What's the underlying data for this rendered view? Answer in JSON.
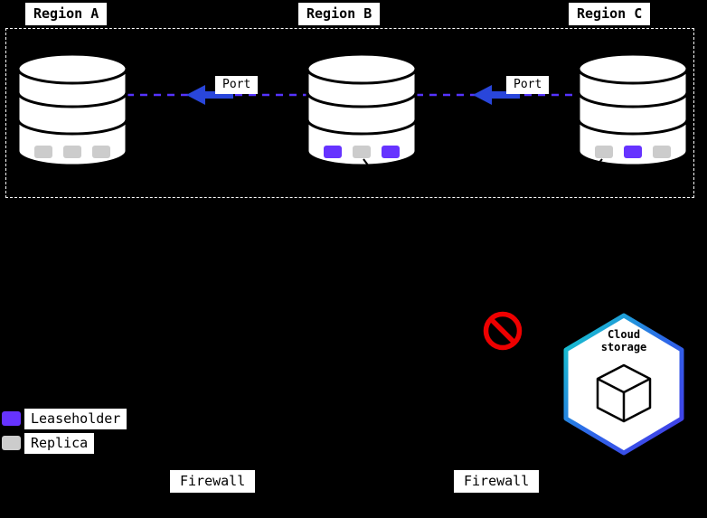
{
  "regions": [
    {
      "label": "Region A",
      "markers": [
        "replica",
        "replica",
        "replica"
      ],
      "marker_colors": [
        "#CCCCCC",
        "#CCCCCC",
        "#CCCCCC"
      ]
    },
    {
      "label": "Region B",
      "markers": [
        "leaseholder",
        "replica",
        "leaseholder"
      ],
      "marker_colors": [
        "#6633FF",
        "#CCCCCC",
        "#6633FF"
      ]
    },
    {
      "label": "Region C",
      "markers": [
        "replica",
        "leaseholder",
        "replica"
      ],
      "marker_colors": [
        "#CCCCCC",
        "#6633FF",
        "#CCCCCC"
      ]
    }
  ],
  "connections": [
    {
      "label": "Port"
    },
    {
      "label": "Port"
    }
  ],
  "cloud_storage": {
    "line1": "Cloud",
    "line2": "storage"
  },
  "legend": [
    {
      "label": "Leaseholder",
      "color": "#6633FF"
    },
    {
      "label": "Replica",
      "color": "#CCCCCC"
    }
  ],
  "firewalls": [
    {
      "label": "Firewall"
    },
    {
      "label": "Firewall"
    }
  ],
  "colors": {
    "background": "#000000",
    "leaseholder": "#6633FF",
    "replica": "#CCCCCC",
    "link_purple": "#5533FF",
    "arrow_blue": "#2946DB",
    "prohibited_red": "#EE0000",
    "hex_gradient_start": "#12D3C8",
    "hex_gradient_mid": "#2C6BE8",
    "hex_gradient_end": "#4636E8"
  }
}
